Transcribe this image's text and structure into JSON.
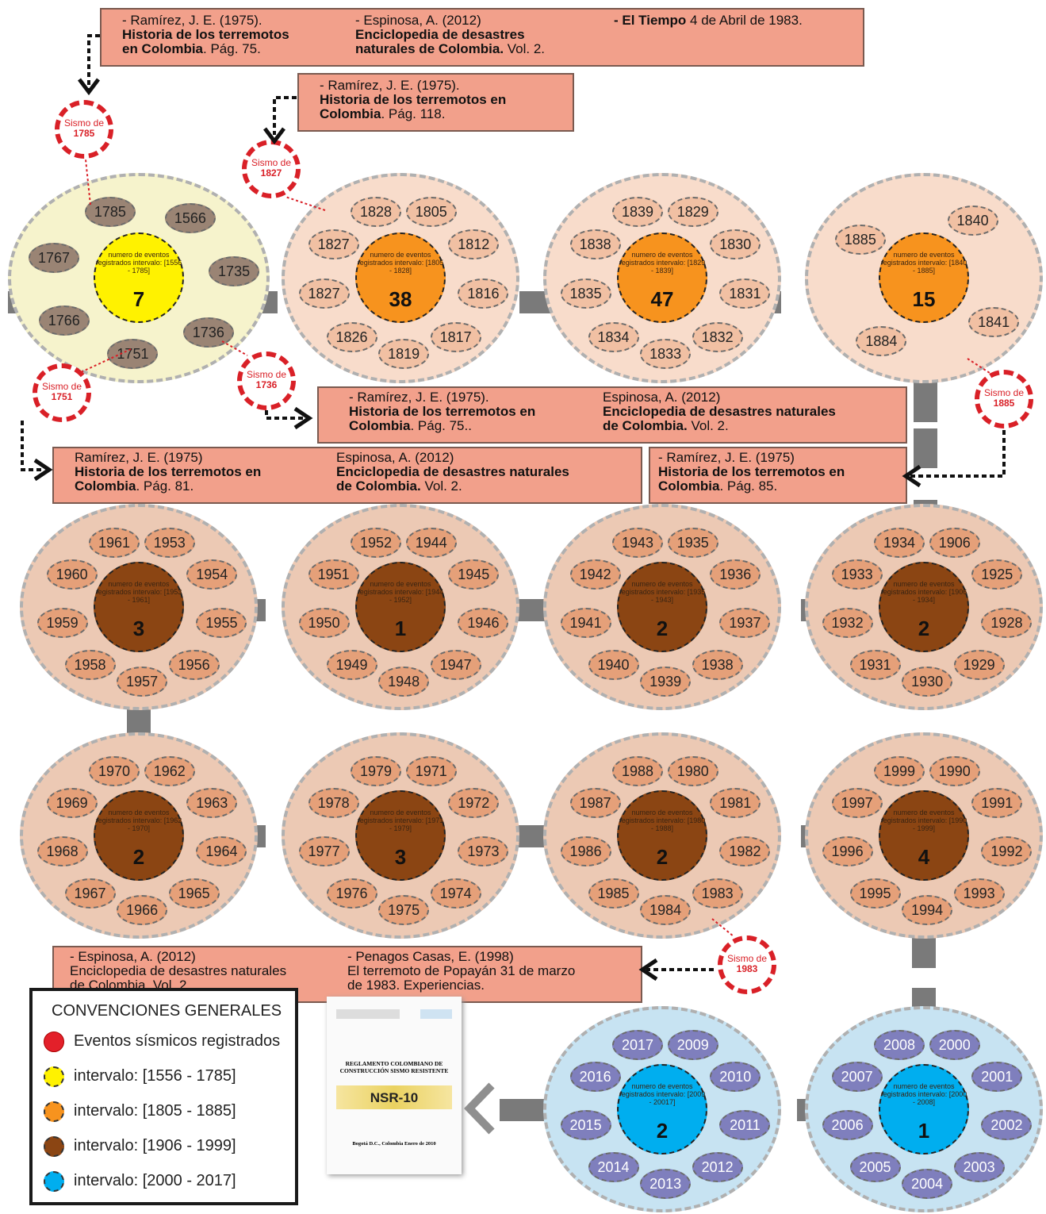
{
  "references": [
    {
      "id": "ref1",
      "cites": [
        {
          "author": "-  Ramírez, J. E. (1975).",
          "title": "Historia de los terremotos",
          "title2": "en Colombia",
          "rest": ". Pág. 75."
        },
        {
          "author": "- Espinosa, A. (2012)",
          "title": "Enciclopedia de desastres",
          "title2": "naturales de Colombia.",
          "rest": " Vol. 2."
        },
        {
          "author": "- El Tiempo",
          "title": "",
          "title2": "",
          "rest": " 4 de Abril de 1983."
        }
      ]
    },
    {
      "id": "ref2",
      "cites": [
        {
          "author": "-  Ramírez, J. E. (1975).",
          "title": "Historia de los terremotos en",
          "title2": "Colombia",
          "rest": ". Pág. 118."
        }
      ]
    },
    {
      "id": "ref3",
      "cites": [
        {
          "author": "- Ramírez, J. E. (1975).",
          "title": "Historia de los terremotos en",
          "title2": "Colombia",
          "rest": ". Pág. 75.."
        },
        {
          "author": "Espinosa, A. (2012)",
          "title": "Enciclopedia de desastres naturales",
          "title2": "de Colombia.",
          "rest": " Vol. 2."
        }
      ]
    },
    {
      "id": "ref4",
      "cites": [
        {
          "author": "Ramírez, J. E. (1975)",
          "title": "Historia de los terremotos en",
          "title2": "Colombia",
          "rest": ". Pág. 81."
        },
        {
          "author": "Espinosa, A. (2012)",
          "title": "Enciclopedia de desastres naturales",
          "title2": "de Colombia.",
          "rest": " Vol. 2."
        }
      ]
    },
    {
      "id": "ref5",
      "cites": [
        {
          "author": "- Ramírez, J. E. (1975)",
          "title": "Historia de los terremotos en",
          "title2": "Colombia",
          "rest": ". Pág. 85."
        }
      ]
    },
    {
      "id": "ref6",
      "cites": [
        {
          "author": "- Espinosa, A. (2012)",
          "title": "",
          "title2": "",
          "rest": "Enciclopedia de desastres naturales",
          "rest2": "de Colombia. Vol. 2."
        },
        {
          "author": "- Penagos Casas, E. (1998)",
          "title": "",
          "title2": "",
          "rest": "El terremoto de Popayán 31 de marzo",
          "rest2": "de 1983. Experiencias."
        }
      ]
    }
  ],
  "center_label": "numero de eventos registrados intervalo:",
  "clusters": [
    {
      "interval": "[1556 - 1785]",
      "count": "7",
      "years": [
        "1785",
        "1566",
        "1735",
        "1736",
        "1751",
        "1766",
        "1767"
      ]
    },
    {
      "interval": "[1805 - 1828]",
      "count": "38",
      "years": [
        "1828",
        "1805",
        "1812",
        "1816",
        "1817",
        "1819",
        "1826",
        "1827",
        "1827"
      ]
    },
    {
      "interval": "[1829 - 1839]",
      "count": "47",
      "years": [
        "1839",
        "1829",
        "1830",
        "1831",
        "1832",
        "1833",
        "1834",
        "1835",
        "1838"
      ]
    },
    {
      "interval": "[1840 - 1885]",
      "count": "15",
      "years": [
        "1840",
        "1841",
        "1884",
        "1885"
      ]
    },
    {
      "interval": "[1953 - 1961]",
      "count": "3",
      "years": [
        "1961",
        "1953",
        "1954",
        "1955",
        "1956",
        "1957",
        "1958",
        "1959",
        "1960"
      ]
    },
    {
      "interval": "[1944 - 1952]",
      "count": "1",
      "years": [
        "1952",
        "1944",
        "1945",
        "1946",
        "1947",
        "1948",
        "1949",
        "1950",
        "1951"
      ]
    },
    {
      "interval": "[1935 - 1943]",
      "count": "2",
      "years": [
        "1943",
        "1935",
        "1936",
        "1937",
        "1938",
        "1939",
        "1940",
        "1941",
        "1942"
      ]
    },
    {
      "interval": "[1906 - 1934]",
      "count": "2",
      "years": [
        "1934",
        "1906",
        "1925",
        "1928",
        "1929",
        "1930",
        "1931",
        "1932",
        "1933"
      ]
    },
    {
      "interval": "[1962 - 1970]",
      "count": "2",
      "years": [
        "1970",
        "1962",
        "1963",
        "1964",
        "1965",
        "1966",
        "1967",
        "1968",
        "1969"
      ]
    },
    {
      "interval": "[1971 - 1979]",
      "count": "3",
      "years": [
        "1979",
        "1971",
        "1972",
        "1973",
        "1974",
        "1975",
        "1976",
        "1977",
        "1978"
      ]
    },
    {
      "interval": "[1980 - 1988]",
      "count": "2",
      "years": [
        "1988",
        "1980",
        "1981",
        "1982",
        "1983",
        "1984",
        "1985",
        "1986",
        "1987"
      ]
    },
    {
      "interval": "[1990 - 1999]",
      "count": "4",
      "years": [
        "1999",
        "1990",
        "1991",
        "1992",
        "1993",
        "1994",
        "1995",
        "1996",
        "1997"
      ]
    },
    {
      "interval": "[2009 - 20017]",
      "count": "2",
      "years": [
        "2017",
        "2009",
        "2010",
        "2011",
        "2012",
        "2013",
        "2014",
        "2015",
        "2016"
      ]
    },
    {
      "interval": "[2000 - 2008]",
      "count": "1",
      "years": [
        "2008",
        "2000",
        "2001",
        "2002",
        "2003",
        "2004",
        "2005",
        "2006",
        "2007"
      ]
    }
  ],
  "sismos": [
    {
      "label": "Sismo de",
      "year": "1785"
    },
    {
      "label": "Sismo de",
      "year": "1827"
    },
    {
      "label": "Sismo de",
      "year": "1736"
    },
    {
      "label": "Sismo de",
      "year": "1751"
    },
    {
      "label": "Sismo de",
      "year": "1885"
    },
    {
      "label": "Sismo de",
      "year": "1983"
    }
  ],
  "legend": {
    "title": "CONVENCIONES GENERALES",
    "items": [
      {
        "label": "Eventos sísmicos registrados",
        "color": "#e3202a"
      },
      {
        "label": "intervalo: [1556 - 1785]",
        "color": "#fff200"
      },
      {
        "label": "intervalo: [1805 - 1885]",
        "color": "#f7931e"
      },
      {
        "label": "intervalo: [1906 - 1999]",
        "color": "#8b4513"
      },
      {
        "label": "intervalo: [2000 - 2017]",
        "color": "#00aeef"
      }
    ]
  },
  "document": {
    "title": "REGLAMENTO COLOMBIANO DE CONSTRUCCIÓN SISMO RESISTENTE",
    "code": "NSR-10",
    "place": "Bogotá D.C., Colombia Enero de 2010"
  },
  "colors": {
    "era1_bg": "#f6f3cc",
    "era2_bg": "#f8dccb",
    "era3_bg": "#ecc9b4",
    "era4_bg": "#c7e3f2",
    "era1_center": "#fff200",
    "era2_center": "#f7931e",
    "era3_center": "#8b4513",
    "era4_center": "#00aeef",
    "era1_year": "#9a8474",
    "era2_year": "#f1c0a3",
    "era3_year": "#e5a079",
    "era4_year": "#7f7fbd",
    "seismic": "#e3202a"
  }
}
